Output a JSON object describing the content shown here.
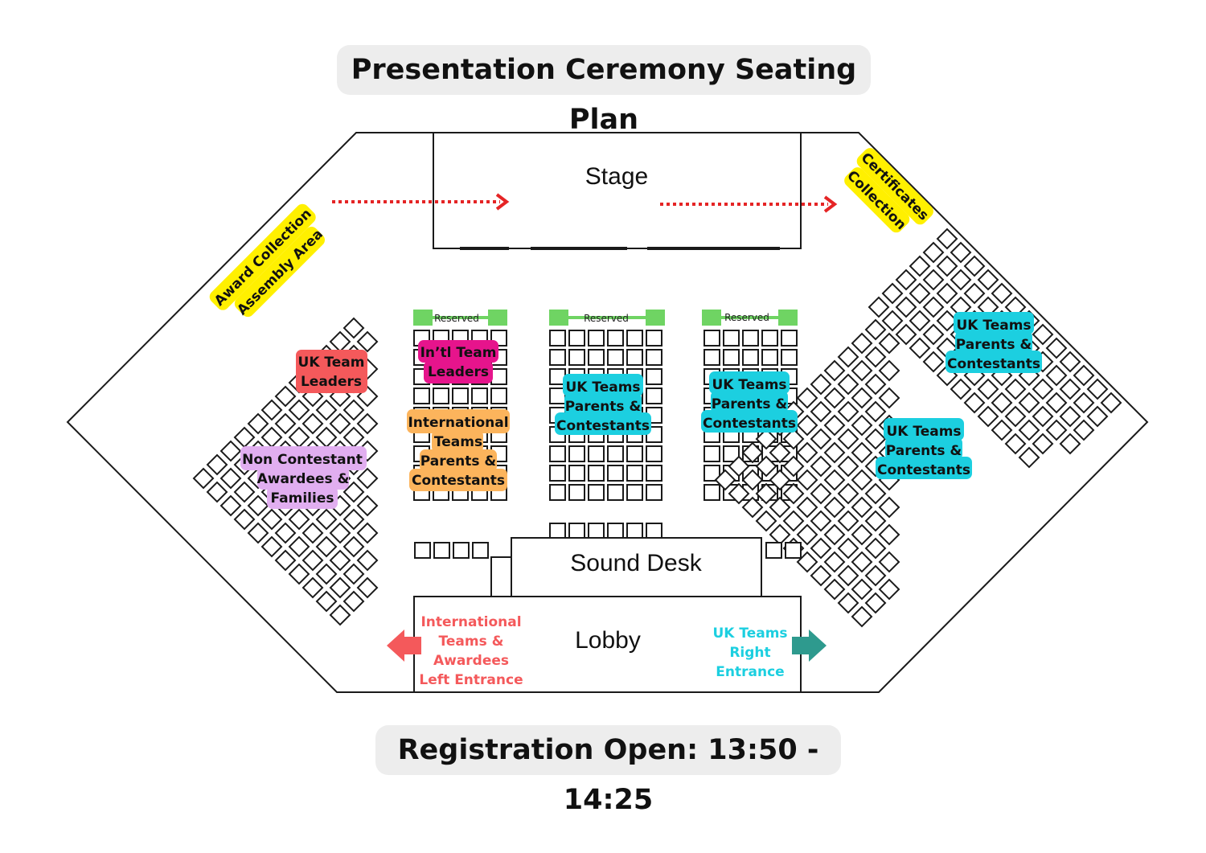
{
  "title": "Presentation Ceremony Seating Plan",
  "footer": "Registration Open: 13:50 - 14:25",
  "areas": {
    "stage": "Stage",
    "sound_desk": "Sound Desk",
    "lobby": "Lobby",
    "award_collection": [
      "Award Collection",
      "Assembly Area"
    ],
    "certificates": [
      "Certificates",
      "Collection"
    ],
    "reserved": "Reserved"
  },
  "groups": {
    "uk_team_leaders": [
      "UK Team",
      "Leaders"
    ],
    "intl_team_leaders": [
      "In’tl Team",
      "Leaders"
    ],
    "intl_teams": [
      "International",
      "Teams",
      "Parents &",
      "Contestants"
    ],
    "non_contestant": [
      "Non Contestant",
      "Awardees &",
      "Families"
    ],
    "uk_teams": [
      "UK Teams",
      "Parents &",
      "Contestants"
    ]
  },
  "entrances": {
    "left": [
      "International",
      "Teams &",
      "Awardees",
      "Left Entrance"
    ],
    "right": [
      "UK Teams",
      "Right",
      "Entrance"
    ]
  },
  "colors": {
    "uk_team_leaders": "#f4595b",
    "intl_team_leaders": "#e6148c",
    "intl_teams": "#fcb45c",
    "non_contestant": "#e1aef0",
    "uk_teams": "#1ccfe0",
    "yellow_label": "#fff000",
    "reserved": "#6fd463",
    "arrow_red": "#e52425",
    "left_entrance": "#f4595b",
    "right_entrance": "#1ccfe0",
    "right_arrow": "#2e9a8e"
  }
}
